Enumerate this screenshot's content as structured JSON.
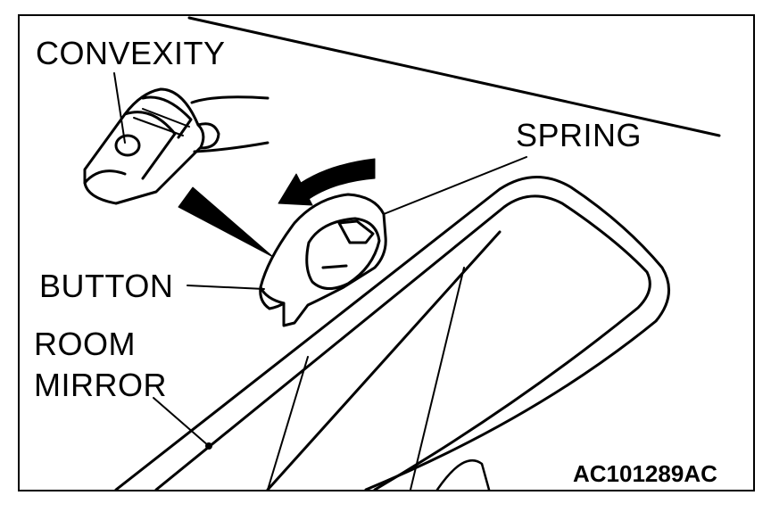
{
  "labels": {
    "convexity": "CONVEXITY",
    "spring": "SPRING",
    "button": "BUTTON",
    "room": "ROOM",
    "mirror": "MIRROR"
  },
  "figure_code": "AC101289AC"
}
